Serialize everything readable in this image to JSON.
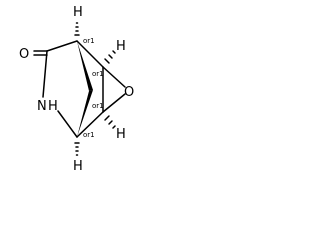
{
  "molecule": {
    "atoms": {
      "oxygen_carbonyl": "O",
      "nitrogen": "N",
      "nitrogen_h": "H",
      "oxygen_epoxide": "O",
      "h_top": "H",
      "h_top_right": "H",
      "h_bottom": "H",
      "h_bottom_right": "H"
    },
    "stereo_labels": {
      "c_top": "or1",
      "c_epoxide_top": "or1",
      "c_epoxide_bottom": "or1",
      "c_bottom": "or1"
    }
  },
  "colors": {
    "bond": "#000000",
    "background": "#ffffff"
  }
}
